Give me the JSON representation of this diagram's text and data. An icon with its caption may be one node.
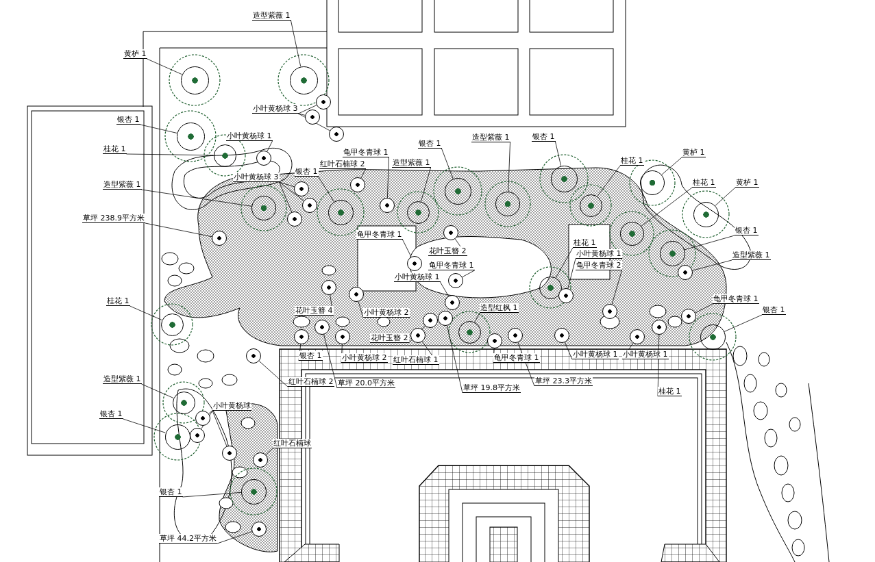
{
  "diagram": {
    "nodes": [
      {
        "text": [
          "造型紫薇 1"
        ]
      },
      {
        "text": [
          "黄栌 1"
        ]
      },
      {
        "text": [
          "小叶黄杨球 3"
        ]
      },
      {
        "text": [
          "银杏 1"
        ]
      },
      {
        "text": [
          "小叶黄杨球 1"
        ]
      },
      {
        "text": [
          "桂花 1"
        ]
      },
      {
        "text": [
          "造型紫薇 1"
        ]
      },
      {
        "text": [
          "小叶黄杨球 3"
        ]
      },
      {
        "text": [
          "银杏 1"
        ]
      },
      {
        "text": [
          "草坪 238.9平方米"
        ]
      },
      {
        "text": [
          "红叶石楠球 2"
        ]
      },
      {
        "text": [
          "龟甲冬青球 1"
        ]
      },
      {
        "text": [
          "造型紫薇 1"
        ]
      },
      {
        "text": [
          "银杏 1"
        ]
      },
      {
        "text": [
          "造型紫薇 1"
        ]
      },
      {
        "text": [
          "银杏 1"
        ]
      },
      {
        "text": [
          "桂花 1"
        ]
      },
      {
        "text": [
          "黄栌 1"
        ]
      },
      {
        "text": [
          "桂花 1"
        ]
      },
      {
        "text": [
          "黄栌 1"
        ]
      },
      {
        "text": [
          "银杏 1"
        ]
      },
      {
        "text": [
          "造型紫薇 1"
        ]
      },
      {
        "text": [
          "龟甲冬青球 1"
        ]
      },
      {
        "text": [
          "银杏 1"
        ]
      },
      {
        "text": [
          "桂花 1"
        ]
      },
      {
        "text": [
          "小叶黄杨球 1"
        ]
      },
      {
        "text": [
          "龟甲冬青球 2"
        ]
      },
      {
        "text": [
          "龟甲冬青球 1"
        ]
      },
      {
        "text": [
          "花叶玉簪 2"
        ]
      },
      {
        "text": [
          "龟甲冬青球 1"
        ]
      },
      {
        "text": [
          "小叶黄杨球 1"
        ]
      },
      {
        "text": [
          "花叶玉簪 4"
        ]
      },
      {
        "text": [
          "小叶黄杨球 2"
        ]
      },
      {
        "text": [
          "造型红枫 1"
        ]
      },
      {
        "text": [
          "花叶玉簪 2"
        ]
      },
      {
        "text": [
          "桂花 1"
        ]
      },
      {
        "text": [
          "银杏 1"
        ]
      },
      {
        "text": [
          "小叶黄杨球 2"
        ]
      },
      {
        "text": [
          "红叶石楠球 1"
        ]
      },
      {
        "text": [
          "龟甲冬青球 1"
        ]
      },
      {
        "text": [
          "小叶黄杨球 1"
        ]
      },
      {
        "text": [
          "小叶黄杨球 1"
        ]
      },
      {
        "text": [
          "红叶石楠球 2"
        ]
      },
      {
        "text": [
          "草坪 20.0平方米"
        ]
      },
      {
        "text": [
          "草坪 19.8平方米"
        ]
      },
      {
        "text": [
          "草坪 23.3平方米"
        ]
      },
      {
        "text": [
          "桂花 1"
        ]
      },
      {
        "text": [
          "造型紫薇 1"
        ]
      },
      {
        "text": [
          "银杏 1"
        ]
      },
      {
        "text": [
          "小叶黄杨球"
        ]
      },
      {
        "text": [
          "红叶石楠球"
        ]
      },
      {
        "text": [
          "银杏 1"
        ]
      },
      {
        "text": [
          "草坪 44.2平方米"
        ]
      },
      {
        "text": [],
        "shape": "circle"
      },
      {
        "text": [],
        "shape": "circle"
      },
      {
        "text": [],
        "shape": "circle"
      },
      {
        "text": [],
        "shape": "circle"
      },
      {
        "text": [],
        "shape": "circle"
      },
      {
        "text": [],
        "shape": "circle"
      },
      {
        "text": [],
        "shape": "circle"
      },
      {
        "text": [],
        "shape": "circle"
      },
      {
        "text": [],
        "shape": "circle"
      },
      {
        "text": [],
        "shape": "circle"
      },
      {
        "text": [],
        "shape": "circle"
      },
      {
        "text": [],
        "shape": "circle"
      },
      {
        "text": [],
        "shape": "circle"
      },
      {
        "text": [],
        "shape": "circle"
      },
      {
        "text": [],
        "shape": "circle"
      },
      {
        "text": [],
        "shape": "circle"
      },
      {
        "text": [],
        "shape": "circle"
      },
      {
        "text": [],
        "shape": "circle"
      },
      {
        "text": [],
        "shape": "circle"
      },
      {
        "text": [],
        "shape": "circle"
      },
      {
        "text": [],
        "shape": "circle"
      },
      {
        "text": [],
        "shape": "circle"
      },
      {
        "text": [],
        "shape": "circle"
      },
      {
        "text": [],
        "shape": "circle"
      },
      {
        "text": [],
        "shape": "circle"
      },
      {
        "text": [],
        "shape": "circle"
      },
      {
        "text": [],
        "shape": "circle"
      },
      {
        "text": [],
        "shape": "circle"
      },
      {
        "text": [],
        "shape": "circle"
      },
      {
        "text": [],
        "shape": "circle"
      },
      {
        "text": [],
        "shape": "circle"
      },
      {
        "text": [],
        "shape": "circle"
      },
      {
        "text": [],
        "shape": "circle"
      },
      {
        "text": [],
        "shape": "circle"
      },
      {
        "text": [],
        "shape": "circle"
      },
      {
        "text": [],
        "shape": "circle"
      },
      {
        "text": [],
        "shape": "circle"
      },
      {
        "text": [],
        "shape": "circle"
      },
      {
        "text": [],
        "shape": "circle"
      },
      {
        "text": [],
        "shape": "circle"
      },
      {
        "text": [],
        "shape": "circle"
      },
      {
        "text": [],
        "shape": "circle"
      },
      {
        "text": [],
        "shape": "circle"
      },
      {
        "text": [],
        "shape": "circle"
      },
      {
        "text": [],
        "shape": "circle"
      },
      {
        "text": [],
        "shape": "circle"
      },
      {
        "text": [],
        "shape": "circle"
      },
      {
        "text": [],
        "shape": "circle"
      },
      {
        "text": [],
        "shape": "circle"
      },
      {
        "text": [],
        "shape": "circle"
      },
      {
        "text": [],
        "shape": "circle"
      },
      {
        "text": [],
        "shape": "circle"
      },
      {
        "text": [],
        "shape": "circle"
      },
      {
        "text": [],
        "shape": "circle"
      },
      {
        "text": [],
        "shape": "circle"
      },
      {
        "text": [],
        "shape": "circle"
      },
      {
        "text": [],
        "shape": "circle"
      },
      {
        "text": [],
        "shape": "circle"
      },
      {
        "text": [],
        "shape": "circle"
      }
    ],
    "edges": [
      {
        "from": 0,
        "to": 53,
        "arrow": "none"
      },
      {
        "from": 1,
        "to": 54,
        "arrow": "none"
      },
      {
        "from": 2,
        "to": 55,
        "arrow": "none"
      },
      {
        "from": 2,
        "to": 56,
        "arrow": "none"
      },
      {
        "from": 2,
        "to": 57,
        "arrow": "none"
      },
      {
        "from": 3,
        "to": 58,
        "arrow": "none"
      },
      {
        "from": 4,
        "to": 59,
        "arrow": "none"
      },
      {
        "from": 5,
        "to": 60,
        "arrow": "none"
      },
      {
        "from": 6,
        "to": 61,
        "arrow": "none"
      },
      {
        "from": 7,
        "to": 62,
        "arrow": "none"
      },
      {
        "from": 7,
        "to": 63,
        "arrow": "none"
      },
      {
        "from": 7,
        "to": 64,
        "arrow": "none"
      },
      {
        "from": 8,
        "to": 65,
        "arrow": "none"
      },
      {
        "from": 9,
        "to": 66,
        "arrow": "none"
      },
      {
        "from": 10,
        "to": 67,
        "arrow": "none"
      },
      {
        "from": 11,
        "to": 68,
        "arrow": "none"
      },
      {
        "from": 12,
        "to": 69,
        "arrow": "none"
      },
      {
        "from": 13,
        "to": 70,
        "arrow": "none"
      },
      {
        "from": 14,
        "to": 71,
        "arrow": "none"
      },
      {
        "from": 15,
        "to": 72,
        "arrow": "none"
      },
      {
        "from": 16,
        "to": 73,
        "arrow": "none"
      },
      {
        "from": 17,
        "to": 74,
        "arrow": "none"
      },
      {
        "from": 18,
        "to": 75,
        "arrow": "none"
      },
      {
        "from": 19,
        "to": 76,
        "arrow": "none"
      },
      {
        "from": 20,
        "to": 77,
        "arrow": "none"
      },
      {
        "from": 21,
        "to": 78,
        "arrow": "none"
      },
      {
        "from": 22,
        "to": 79,
        "arrow": "none"
      },
      {
        "from": 23,
        "to": 80,
        "arrow": "none"
      },
      {
        "from": 24,
        "to": 81,
        "arrow": "none"
      },
      {
        "from": 25,
        "to": 82,
        "arrow": "none"
      },
      {
        "from": 26,
        "to": 83,
        "arrow": "none"
      },
      {
        "from": 27,
        "to": 84,
        "arrow": "none"
      },
      {
        "from": 28,
        "to": 85,
        "arrow": "none"
      },
      {
        "from": 29,
        "to": 86,
        "arrow": "none"
      },
      {
        "from": 30,
        "to": 87,
        "arrow": "none"
      },
      {
        "from": 31,
        "to": 88,
        "arrow": "none"
      },
      {
        "from": 32,
        "to": 89,
        "arrow": "none"
      },
      {
        "from": 33,
        "to": 90,
        "arrow": "none"
      },
      {
        "from": 34,
        "to": 91,
        "arrow": "none"
      },
      {
        "from": 35,
        "to": 92,
        "arrow": "none"
      },
      {
        "from": 36,
        "to": 93,
        "arrow": "none"
      },
      {
        "from": 37,
        "to": 94,
        "arrow": "none"
      },
      {
        "from": 38,
        "to": 95,
        "arrow": "none"
      },
      {
        "from": 39,
        "to": 96,
        "arrow": "none"
      },
      {
        "from": 40,
        "to": 97,
        "arrow": "none"
      },
      {
        "from": 41,
        "to": 98,
        "arrow": "none"
      },
      {
        "from": 42,
        "to": 99,
        "arrow": "none"
      },
      {
        "from": 43,
        "to": 100,
        "arrow": "none"
      },
      {
        "from": 44,
        "to": 101,
        "arrow": "none"
      },
      {
        "from": 45,
        "to": 102,
        "arrow": "none"
      },
      {
        "from": 46,
        "to": 103,
        "arrow": "none"
      },
      {
        "from": 47,
        "to": 104,
        "arrow": "none"
      },
      {
        "from": 48,
        "to": 105,
        "arrow": "none"
      },
      {
        "from": 49,
        "to": 106,
        "arrow": "none"
      },
      {
        "from": 49,
        "to": 107,
        "arrow": "none"
      },
      {
        "from": 49,
        "to": 108,
        "arrow": "none"
      },
      {
        "from": 50,
        "to": 109,
        "arrow": "none"
      },
      {
        "from": 51,
        "to": 110,
        "arrow": "none"
      },
      {
        "from": 52,
        "to": 111,
        "arrow": "none"
      }
    ]
  }
}
